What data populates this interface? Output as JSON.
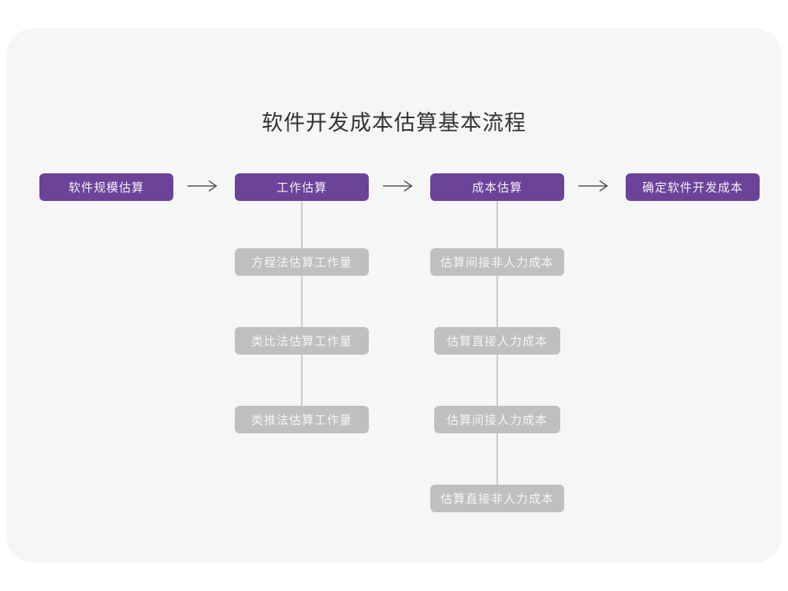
{
  "title": "软件开发成本估算基本流程",
  "flow": {
    "nodes": [
      {
        "label": "软件规模估算"
      },
      {
        "label": "工作估算"
      },
      {
        "label": "成本估算"
      },
      {
        "label": "确定软件开发成本"
      }
    ]
  },
  "work_breakdown": {
    "parent": "工作估算",
    "items": [
      "方程法估算工作量",
      "类比法估算工作量",
      "类推法估算工作量"
    ]
  },
  "cost_breakdown": {
    "parent": "成本估算",
    "items": [
      "估算间接非人力成本",
      "估算直接人力成本",
      "估算间接人力成本",
      "估算直接非人力成本"
    ]
  },
  "colors": {
    "primary_node": "#6b4399",
    "secondary_node": "#bfbfbf",
    "card_background": "#f6f6f7",
    "connector_line": "#cbcbcb",
    "arrow": "#555555",
    "title_text": "#333333"
  }
}
